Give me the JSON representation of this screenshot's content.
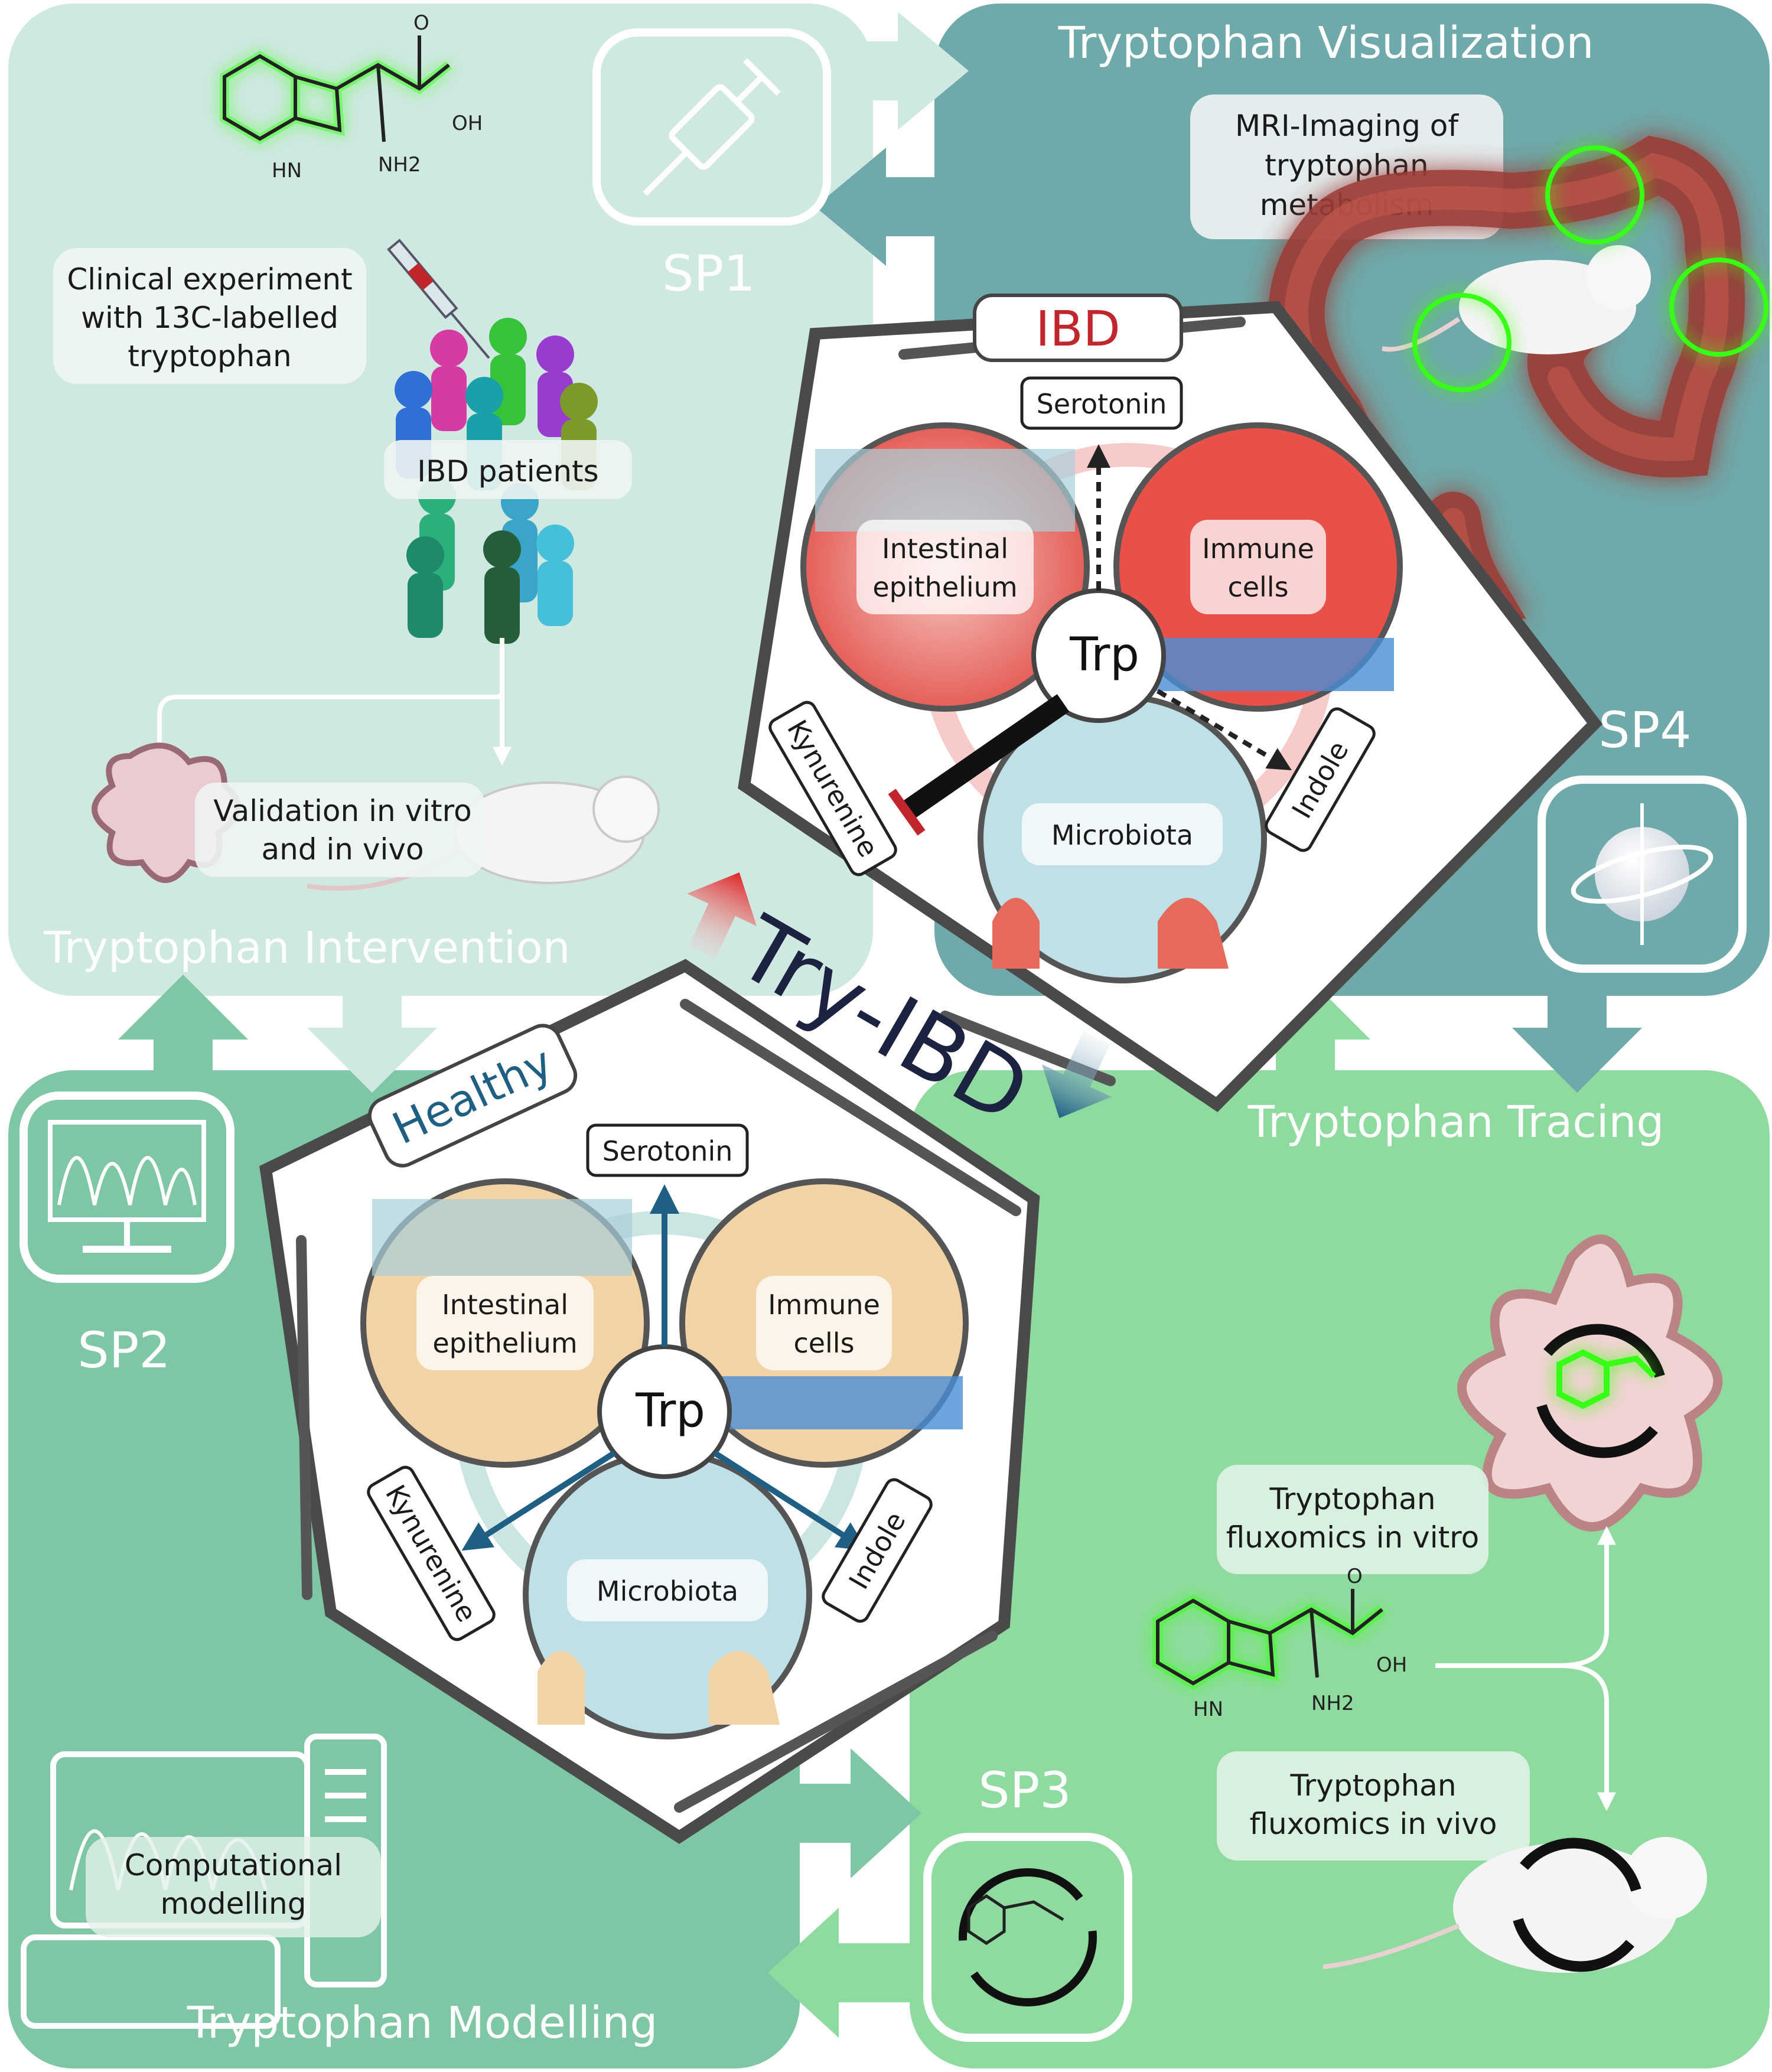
{
  "panels": {
    "sp1": {
      "code": "SP1",
      "title": "Tryptophan Intervention",
      "boxes": [
        "Clinical experiment with 13C-labelled tryptophan",
        "IBD patients",
        "Validation in vitro and in vivo"
      ],
      "box_lines": {
        "clinical": [
          "Clinical experiment",
          "with 13C-labelled",
          "tryptophan"
        ],
        "patients": [
          "IBD patients"
        ],
        "validation": [
          "Validation in vitro",
          "and in vivo"
        ]
      }
    },
    "sp2": {
      "code": "SP2",
      "title": "Tryptophan Modelling",
      "box_lines": {
        "modelling": [
          "Computational",
          "modelling"
        ]
      }
    },
    "sp3": {
      "code": "SP3",
      "title": "Tryptophan Tracing",
      "box_lines": {
        "vitro": [
          "Tryptophan",
          "fluxomics in vitro"
        ],
        "vivo": [
          "Tryptophan",
          "fluxomics in vivo"
        ]
      }
    },
    "sp4": {
      "code": "SP4",
      "title": "Tryptophan Visualization",
      "box_lines": {
        "mri": [
          "MRI-Imaging of",
          "tryptophan",
          "metabolism"
        ]
      }
    }
  },
  "center": {
    "project_name": "Try-IBD",
    "ibd": {
      "label": "IBD",
      "serotonin": "Serotonin",
      "kynurenine": "Kynurenine",
      "indole": "Indole",
      "epithelium_lines": [
        "Intestinal",
        "epithelium"
      ],
      "immune_lines": [
        "Immune",
        "cells"
      ],
      "microbiota": "Microbiota",
      "trp": "Trp"
    },
    "healthy": {
      "label": "Healthy",
      "serotonin": "Serotonin",
      "kynurenine": "Kynurenine",
      "indole": "Indole",
      "epithelium_lines": [
        "Intestinal",
        "epithelium"
      ],
      "immune_lines": [
        "Immune",
        "cells"
      ],
      "microbiota": "Microbiota",
      "trp": "Trp"
    }
  },
  "chemistry": {
    "hn": "HN",
    "nh2": "NH2",
    "oh": "OH",
    "o": "O"
  },
  "colors": {
    "sp1_bg": "#cfe8e2",
    "sp4_bg": "#6fa9a9",
    "sp2_bg": "#7fc7a4",
    "sp3_bg": "#8fdb9f",
    "ibd_red": "#c0262c",
    "healthy_blue": "#1f5f84",
    "glow_green": "#39ff14"
  }
}
